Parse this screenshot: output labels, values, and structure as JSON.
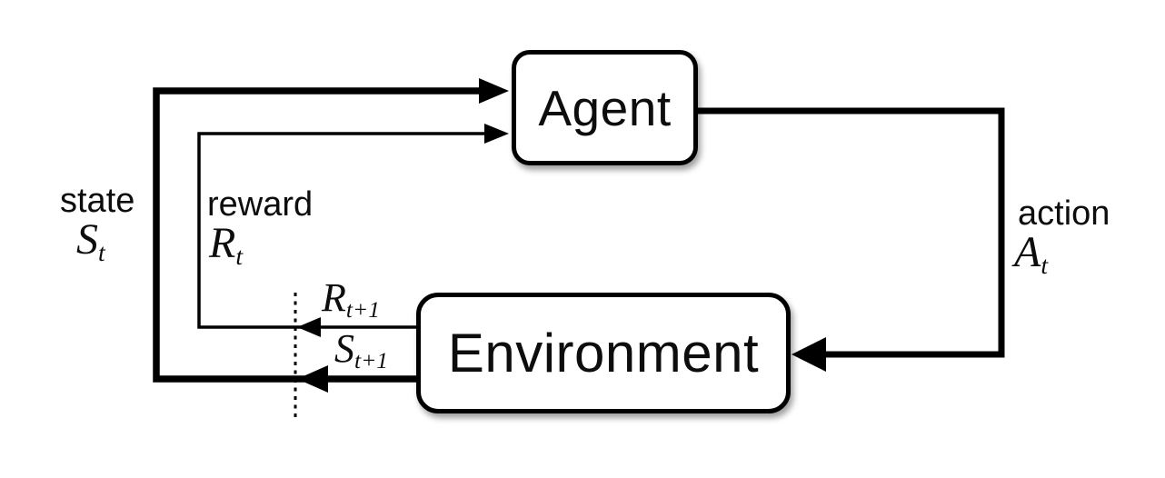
{
  "diagram": {
    "nodes": {
      "agent": {
        "label": "Agent"
      },
      "environment": {
        "label": "Environment"
      }
    },
    "signals": {
      "state": {
        "word": "state",
        "symbol": "S",
        "subscript": "t"
      },
      "reward": {
        "word": "reward",
        "symbol": "R",
        "subscript": "t"
      },
      "action": {
        "word": "action",
        "symbol": "A",
        "subscript": "t"
      },
      "next_reward": {
        "symbol": "R",
        "subscript": "t+1"
      },
      "next_state": {
        "symbol": "S",
        "subscript": "t+1"
      }
    },
    "edges": [
      {
        "from": "agent",
        "to": "environment",
        "signal": "action"
      },
      {
        "from": "environment",
        "to": "agent",
        "signal": "state"
      },
      {
        "from": "environment",
        "to": "agent",
        "signal": "reward"
      }
    ],
    "colors": {
      "line": "#000000",
      "node_fill": "#ffffff",
      "node_border": "#000000",
      "background": "#ffffff",
      "text": "#0d0d0d"
    }
  }
}
